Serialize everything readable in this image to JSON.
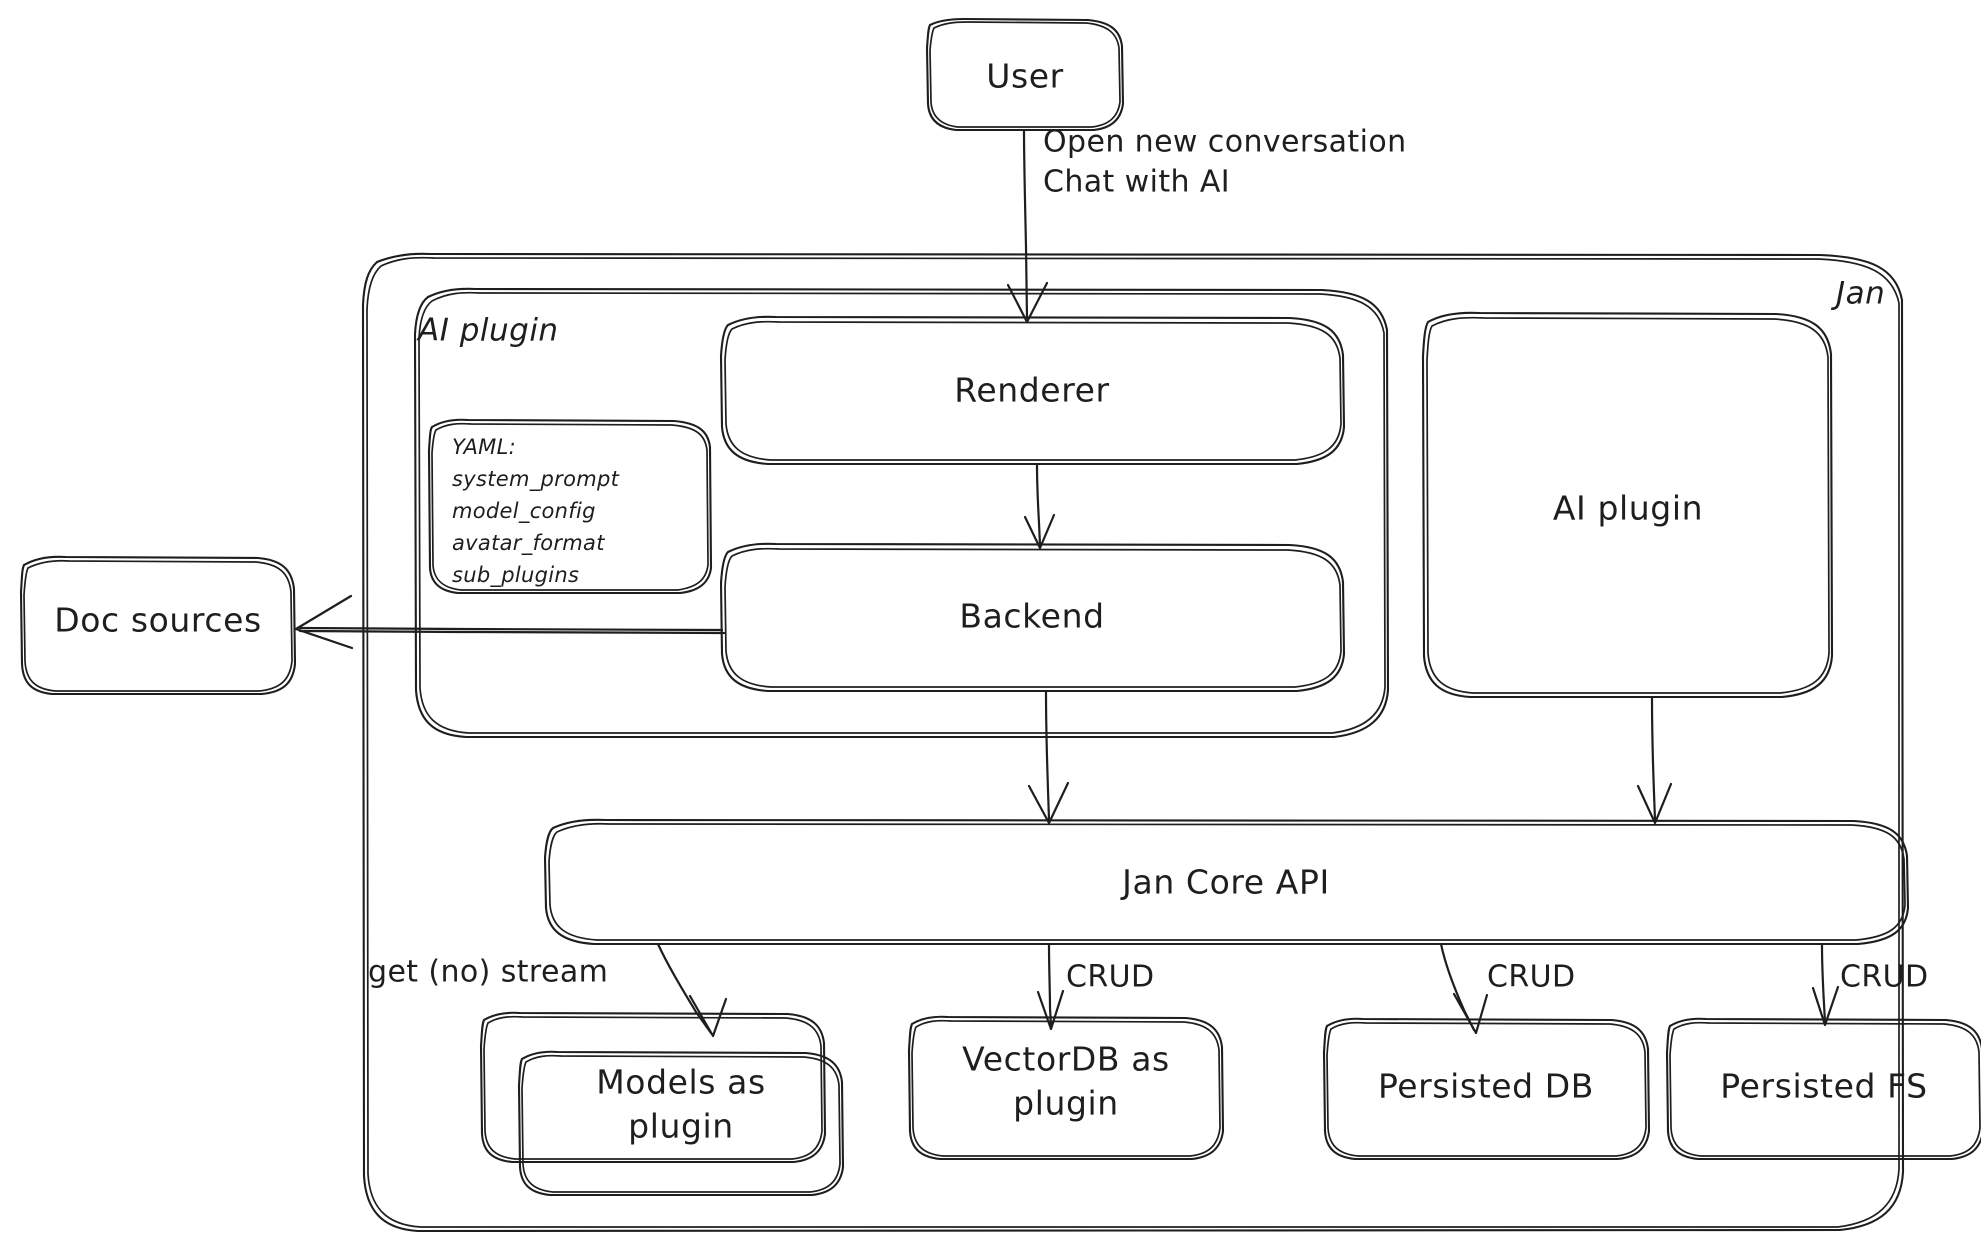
{
  "diagram": {
    "style": "hand-drawn-excalidraw",
    "background_color": "#ffffff",
    "stroke_color": "#1e1e1e",
    "containers": {
      "jan": {
        "label": "Jan"
      },
      "ai_plugin_group": {
        "label": "AI plugin"
      }
    },
    "nodes": {
      "user": {
        "label": "User"
      },
      "renderer": {
        "label": "Renderer"
      },
      "backend": {
        "label": "Backend"
      },
      "ai_plugin_box": {
        "label": "AI plugin"
      },
      "doc_sources": {
        "label": "Doc sources"
      },
      "jan_core_api": {
        "label": "Jan Core API"
      },
      "models_as_plugin": {
        "line1": "Models as",
        "line2": "plugin"
      },
      "vectordb_as_plugin": {
        "line1": "VectorDB as",
        "line2": "plugin"
      },
      "persisted_db": {
        "label": "Persisted DB"
      },
      "persisted_fs": {
        "label": "Persisted FS"
      }
    },
    "yaml_card": {
      "title": "YAML:",
      "items": [
        "system_prompt",
        "model_config",
        "avatar_format",
        "sub_plugins"
      ]
    },
    "edge_labels": {
      "user_to_renderer_line1": "Open new conversation",
      "user_to_renderer_line2": "Chat with AI",
      "core_to_models": "get (no) stream",
      "core_to_vectordb": "CRUD",
      "core_to_persisted_db": "CRUD",
      "core_to_persisted_fs": "CRUD"
    }
  }
}
